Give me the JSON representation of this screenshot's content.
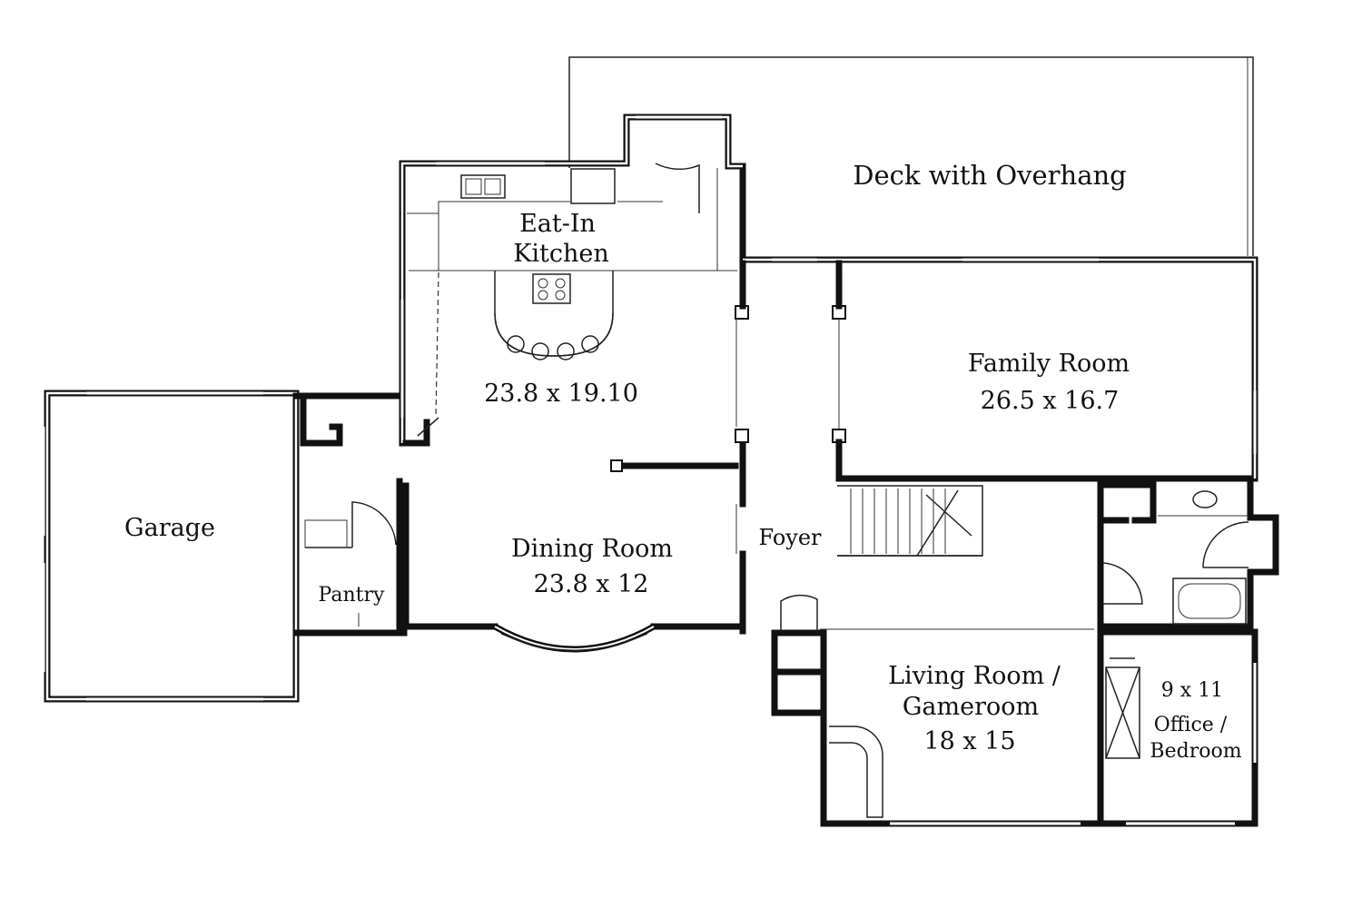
{
  "rooms": {
    "deck": "Deck with Overhang",
    "kitchen_line1": "Eat-In",
    "kitchen_line2": "Kitchen",
    "kitchen_dims": "23.8 x 19.10",
    "family_name": "Family Room",
    "family_dims": "26.5 x 16.7",
    "garage": "Garage",
    "pantry": "Pantry",
    "dining_name": "Dining Room",
    "dining_dims": "23.8 x 12",
    "foyer": "Foyer",
    "living_line1": "Living Room /",
    "living_line2": "Gameroom",
    "living_dims": "18 x 15",
    "office_dims": "9 x 11",
    "office_line1": "Office /",
    "office_line2": "Bedroom"
  }
}
